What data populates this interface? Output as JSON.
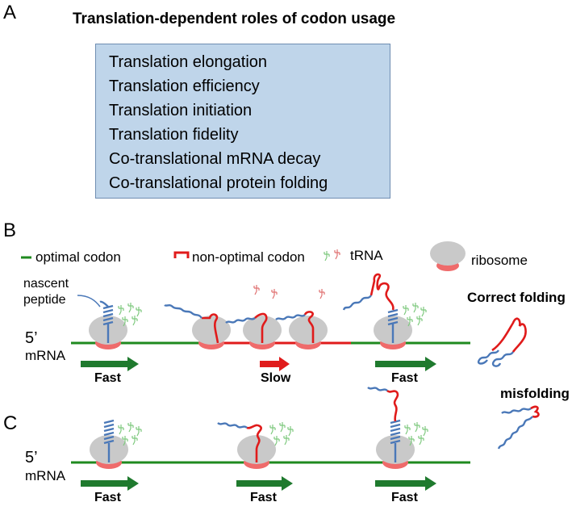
{
  "panel_a": {
    "letter": "A",
    "title": "Translation-dependent roles of codon usage",
    "roles": [
      "Translation elongation",
      "Translation efficiency",
      "Translation initiation",
      "Translation fidelity",
      "Co-translational mRNA decay",
      "Co-translational protein folding"
    ]
  },
  "panel_b": {
    "letter": "B",
    "legend": {
      "optimal": "optimal codon",
      "non_optimal": "non-optimal codon",
      "trna": "tRNA",
      "ribosome": "ribosome"
    },
    "nascent_peptide_label": [
      "nascent",
      "peptide"
    ],
    "five_prime": "5’",
    "mrna": "mRNA",
    "speeds": [
      "Fast",
      "Slow",
      "Fast"
    ],
    "outcome": "Correct folding"
  },
  "panel_c": {
    "letter": "C",
    "five_prime": "5’",
    "mrna": "mRNA",
    "speeds": [
      "Fast",
      "Fast",
      "Fast"
    ],
    "outcome": "misfolding"
  },
  "colors": {
    "optimal": "#1f8a1f",
    "non_optimal": "#e01b1b",
    "peptide": "#4a78b8",
    "ribosome_large": "#c9c9c9",
    "ribosome_small": "#ef6b6b",
    "box_fill": "#bfd5ea",
    "arrow_green": "#1f7a2e"
  }
}
